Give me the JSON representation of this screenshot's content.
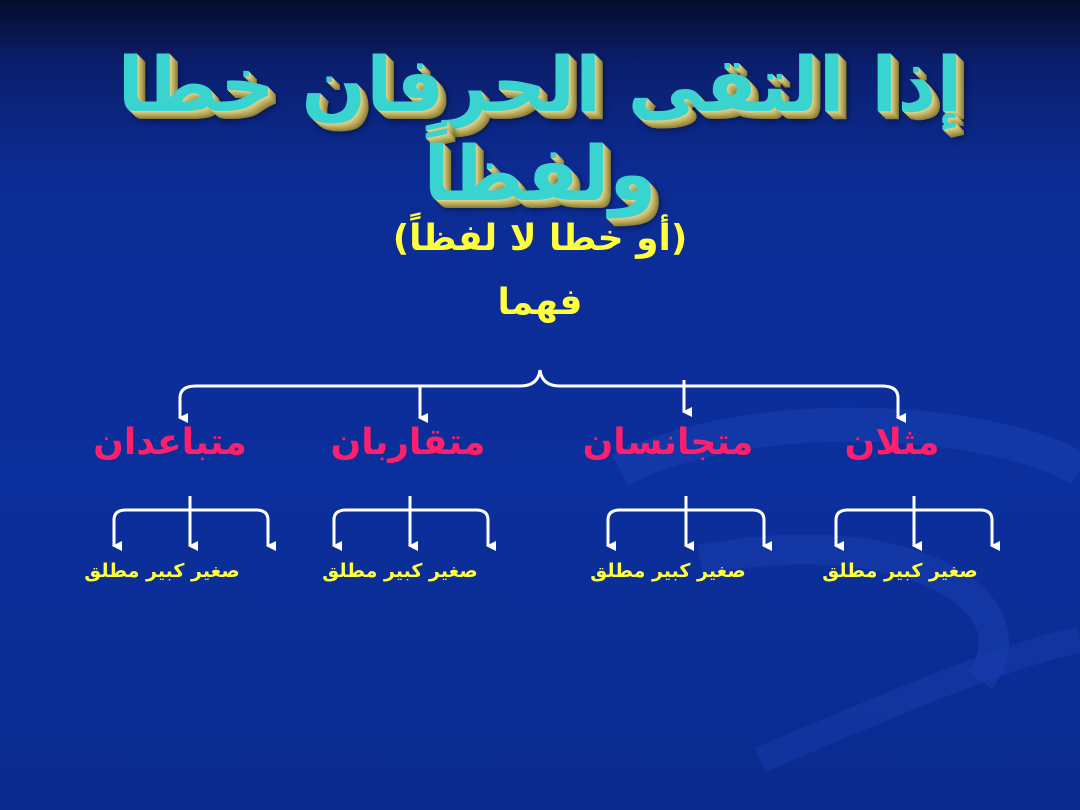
{
  "title": "إذا التقى الحرفان خطا ولفظاً",
  "subtitle_line1": "(أو خطا لا لفظاً)",
  "subtitle_line2": "فهما",
  "categories": [
    {
      "label": "مثلان",
      "leaf": "صغير كبير مطلق"
    },
    {
      "label": "متجانسان",
      "leaf": "صغير كبير مطلق"
    },
    {
      "label": "متقاربان",
      "leaf": "صغير كبير مطلق"
    },
    {
      "label": "متباعدان",
      "leaf": "صغير كبير مطلق"
    }
  ],
  "colors": {
    "background": "#0b2f9c",
    "title": "#39d4d0",
    "subtitle": "#ffff3d",
    "category": "#ff1f6c",
    "leaf": "#ffff3d",
    "connector": "#ffffff"
  }
}
